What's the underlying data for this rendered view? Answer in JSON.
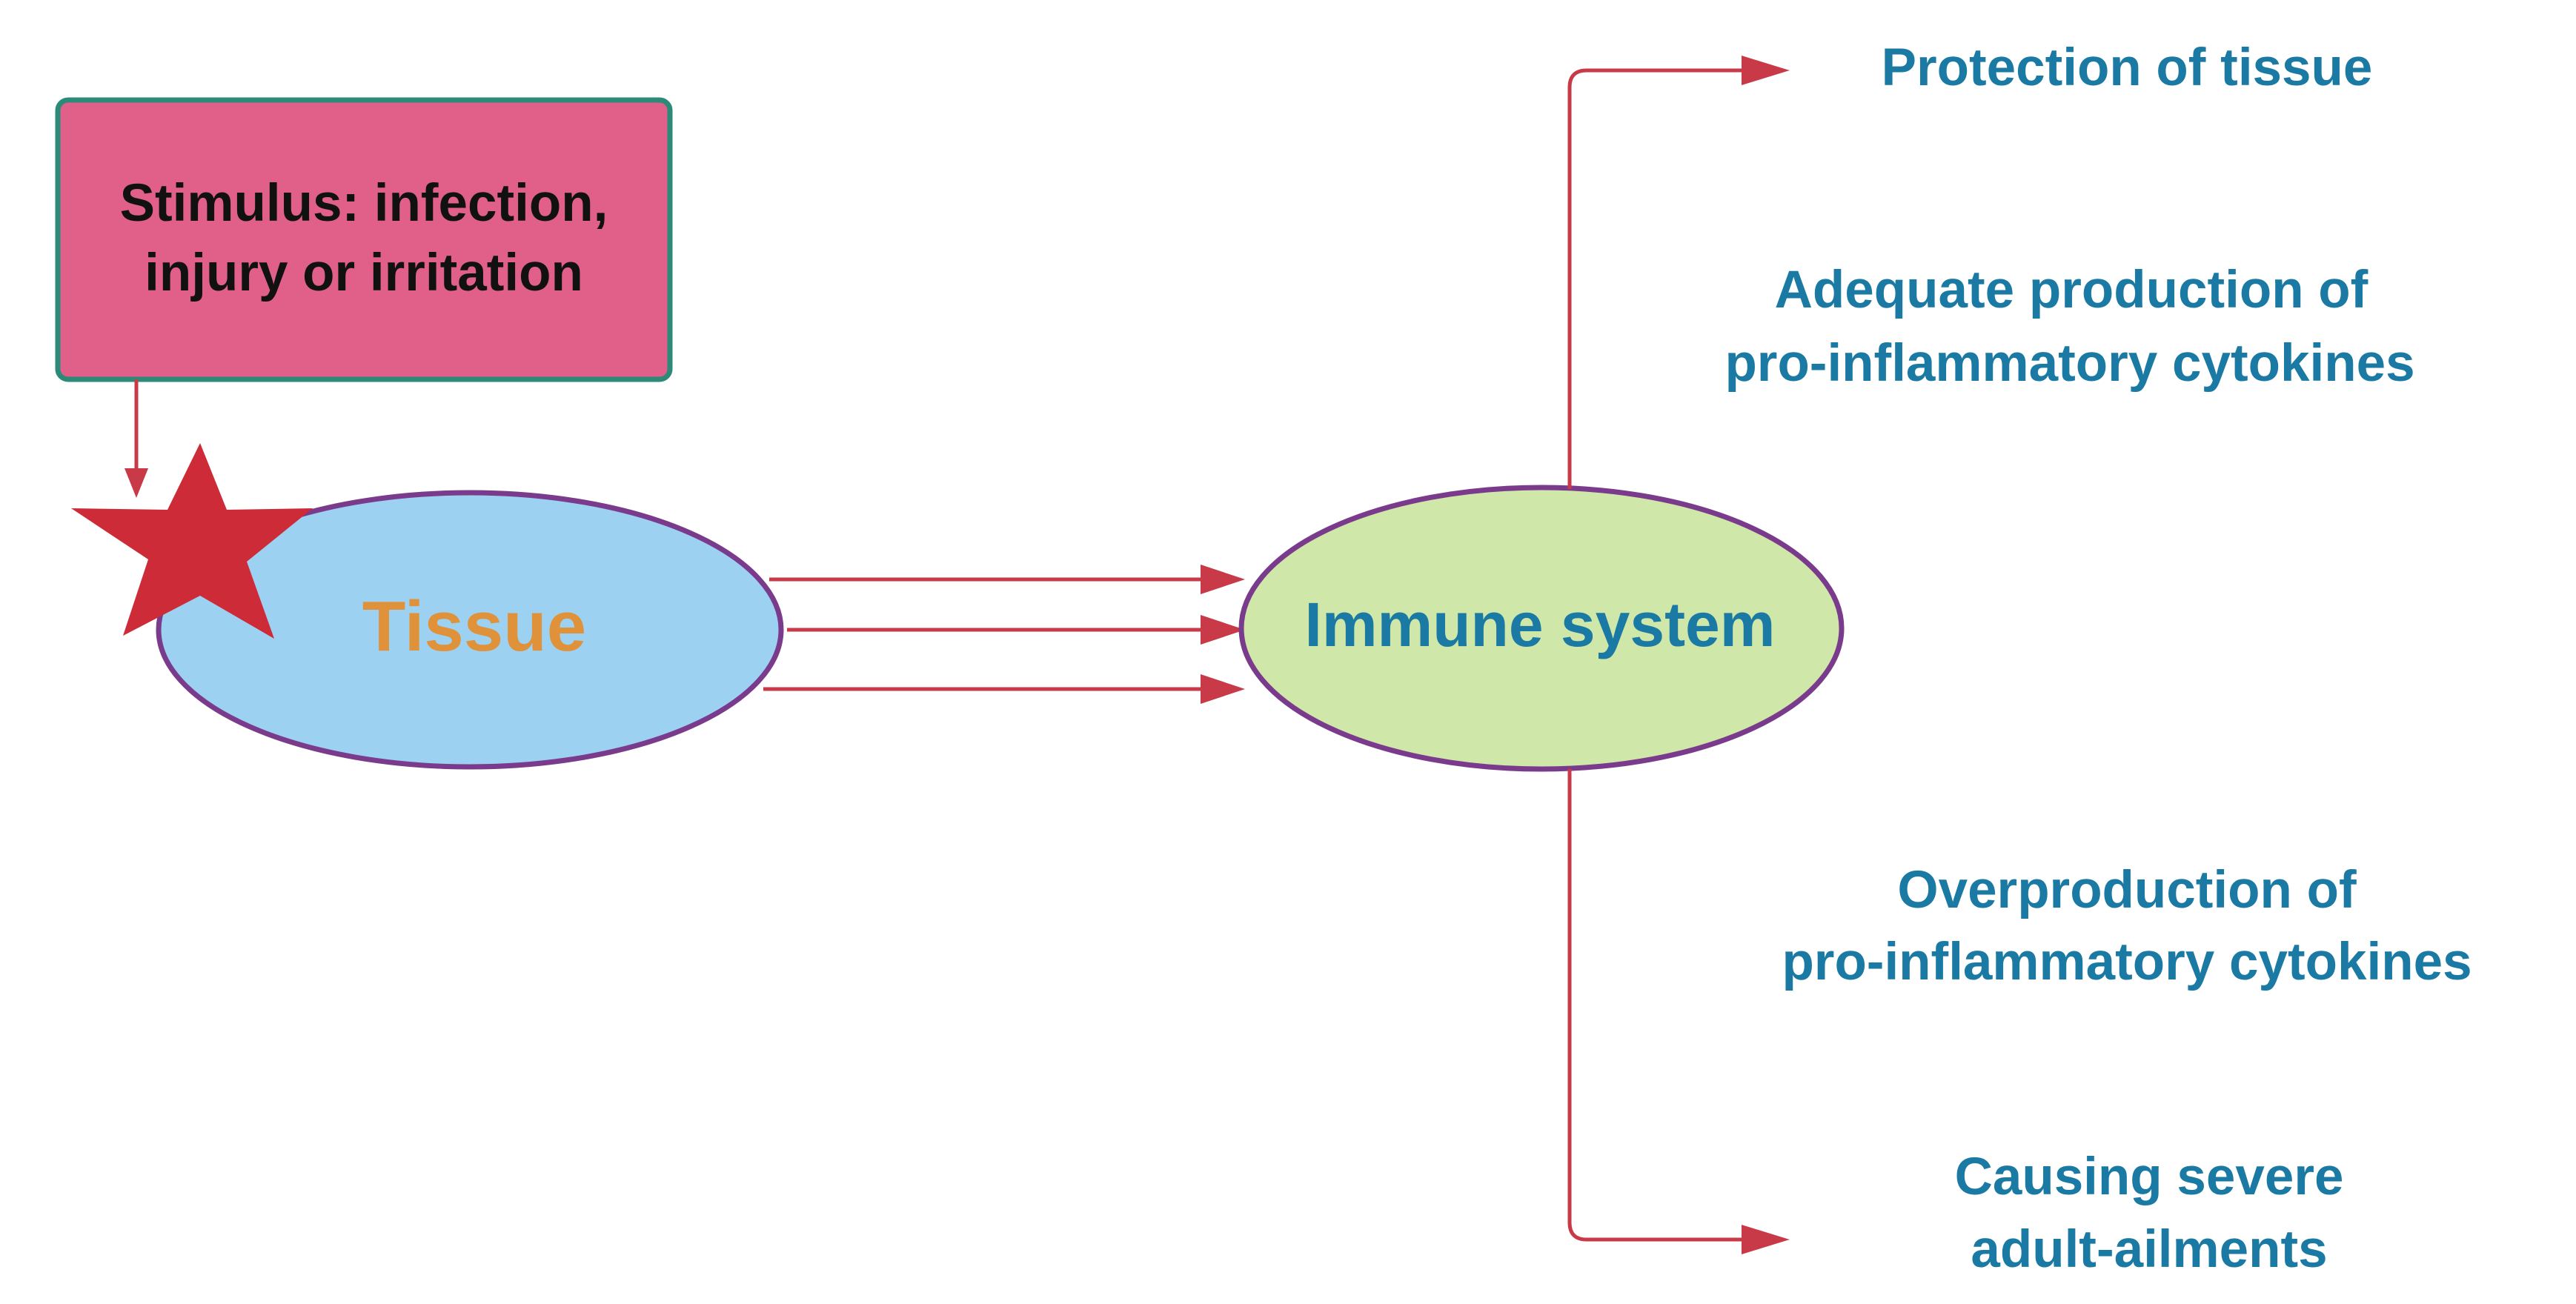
{
  "colors": {
    "stimulus_box_fill": "#e0608a",
    "stimulus_box_border": "#2b8a78",
    "tissue_fill": "#9dd1f1",
    "ellipse_border": "#7a3b8c",
    "immune_fill": "#cfe8a9",
    "star": "#cc2b37",
    "arrows": "#c83a48",
    "stimulus_text": "#111111",
    "tissue_text": "#e0923a",
    "outcome_text": "#1b7aa3"
  },
  "stimulus": {
    "line1": "Stimulus: infection,",
    "line2": "injury or irritation"
  },
  "tissue": {
    "label": "Tissue"
  },
  "immune": {
    "label": "Immune system"
  },
  "outcomes": {
    "protection": "Protection of tissue",
    "adequate_line1": "Adequate production of",
    "adequate_line2": "pro-inflammatory cytokines",
    "over_line1": "Overproduction of",
    "over_line2": "pro-inflammatory cytokines",
    "ailments_line1": "Causing severe",
    "ailments_line2": "adult-ailments"
  }
}
